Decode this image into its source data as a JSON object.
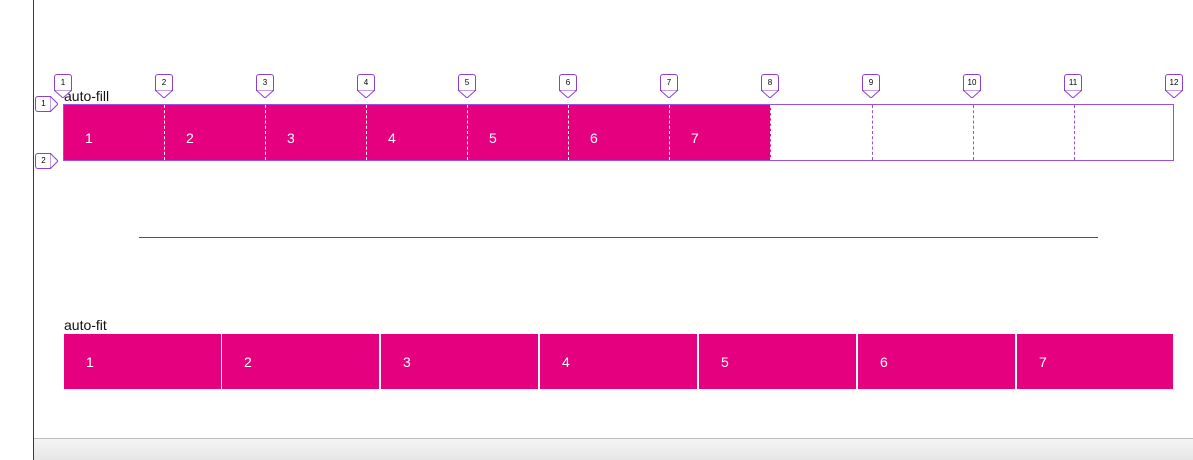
{
  "auto_fill": {
    "label": "auto-fill",
    "items": [
      "1",
      "2",
      "3",
      "4",
      "5",
      "6",
      "7"
    ],
    "column_lines": [
      "1",
      "2",
      "3",
      "4",
      "5",
      "6",
      "7",
      "8",
      "9",
      "10",
      "11",
      "12"
    ],
    "row_lines": [
      "1",
      "2"
    ]
  },
  "auto_fit": {
    "label": "auto-fit",
    "items": [
      "1",
      "2",
      "3",
      "4",
      "5",
      "6",
      "7"
    ]
  },
  "colors": {
    "item": "#e5007f",
    "grid_overlay": "#9b4fe0",
    "item_text": "#ffffff"
  }
}
